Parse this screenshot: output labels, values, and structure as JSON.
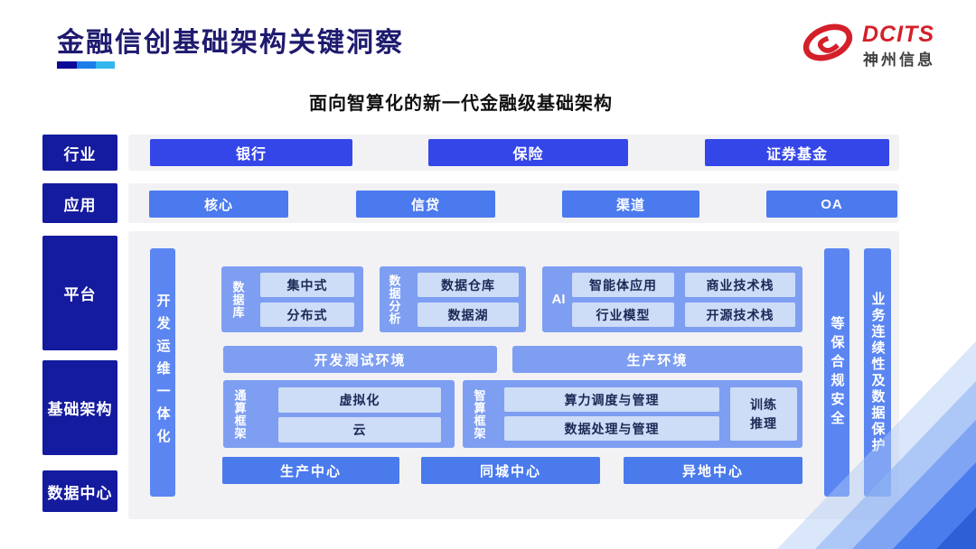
{
  "header": {
    "title": "金融信创基础架构关键洞察",
    "logo_brand": "DCITS",
    "logo_company": "神州信息"
  },
  "subtitle": "面向智算化的新一代金融级基础架构",
  "rows": {
    "industry_label": "行业",
    "industry_items": [
      "银行",
      "保险",
      "证券基金"
    ],
    "application_label": "应用",
    "application_items": [
      "核心",
      "信贷",
      "渠道",
      "OA"
    ],
    "platform_label": "平台",
    "infrastructure_label": "基础架构",
    "datacenter_label": "数据中心"
  },
  "pillars": {
    "devops": "开发运维一体化",
    "security": "等保合规安全",
    "continuity": "业务连续性及数据保护"
  },
  "platform": {
    "database": {
      "label": "数据库",
      "items": [
        "集中式",
        "分布式"
      ]
    },
    "analytics": {
      "label": "数据分析",
      "items": [
        "数据仓库",
        "数据湖"
      ]
    },
    "ai": {
      "label": "AI",
      "items": [
        "智能体应用",
        "商业技术栈",
        "行业模型",
        "开源技术栈"
      ]
    },
    "dev_env": "开发测试环境",
    "prod_env": "生产环境"
  },
  "infrastructure": {
    "general_compute": {
      "label": "通算框架",
      "items": [
        "虚拟化",
        "云"
      ]
    },
    "intelligent_compute": {
      "label": "智算框架",
      "items": [
        "算力调度与管理",
        "数据处理与管理"
      ],
      "side_box": "训练\n推理"
    }
  },
  "datacenters": [
    "生产中心",
    "同城中心",
    "异地中心"
  ],
  "colors": {
    "title_navy": "#1e1a6e",
    "brand_red": "#d3202a",
    "layer_dark_blue": "#141b9e",
    "industry_button_blue": "#3546e8",
    "application_button_blue": "#4b79ee",
    "pillar_blue": "#5b86f2",
    "panel_blue": "#7e9ef2",
    "inner_box_blue": "#cddcf7",
    "background_gray": "#f2f2f4"
  }
}
